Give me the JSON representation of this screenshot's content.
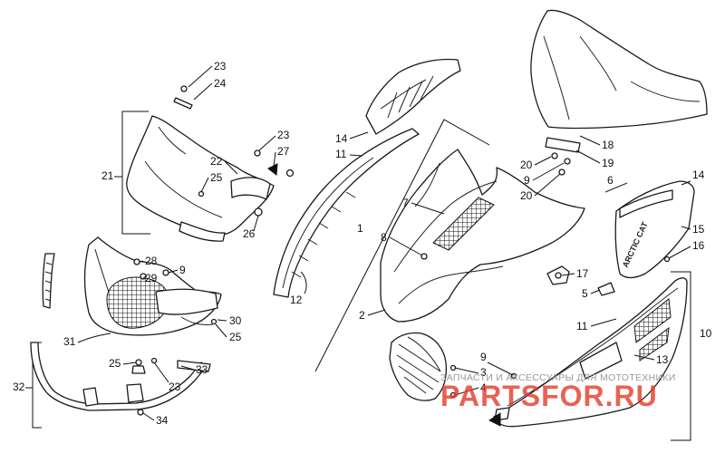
{
  "diagram": {
    "callouts": {
      "c1": "1",
      "c2": "2",
      "c3": "3",
      "c4": "4",
      "c5": "5",
      "c6": "6",
      "c7": "7",
      "c8": "8",
      "c9a": "9",
      "c9b": "9",
      "c9c": "9",
      "c10": "10",
      "c11a": "11",
      "c11b": "11",
      "c12": "12",
      "c13": "13",
      "c14a": "14",
      "c14b": "14",
      "c15": "15",
      "c16": "16",
      "c17": "17",
      "c18": "18",
      "c19": "19",
      "c20a": "20",
      "c20b": "20",
      "c21": "21",
      "c22": "22",
      "c23a": "23",
      "c23b": "23",
      "c23c": "23",
      "c24": "24",
      "c25a": "25",
      "c25b": "25",
      "c25c": "25",
      "c26": "26",
      "c27": "27",
      "c28": "28",
      "c29": "29",
      "c30": "30",
      "c31": "31",
      "c32": "32",
      "c33": "33",
      "c34": "34"
    },
    "decal_text": "ARCTIC CAT",
    "watermark": {
      "line1": "ЗАПЧАСТИ И АКСЕССУАРЫ ДЛЯ МОТОТЕХНИКИ",
      "line2": "PARTSFOR.RU"
    }
  }
}
